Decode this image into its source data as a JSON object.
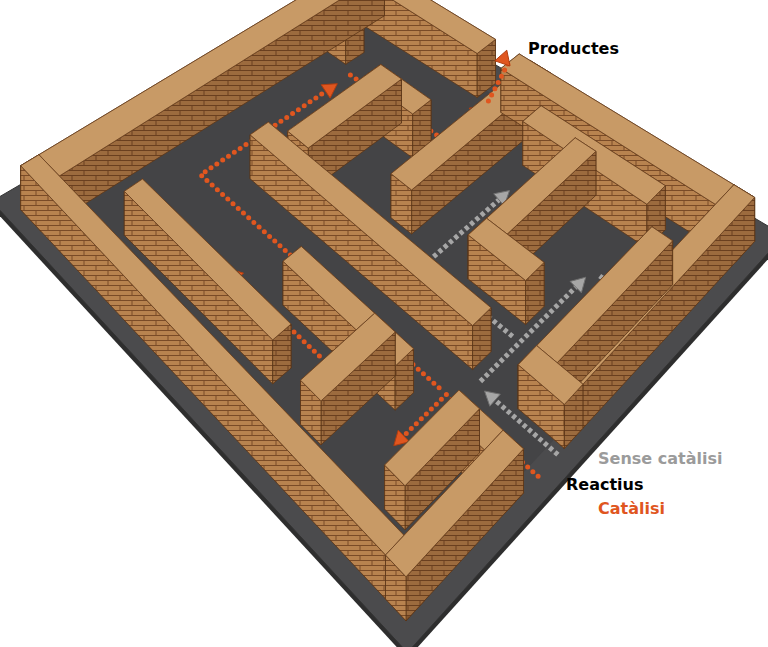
{
  "diagram": {
    "labels": [
      "Productes",
      "Sense catàlisi",
      "Reactius",
      "Catàlisi"
    ]
  }
}
